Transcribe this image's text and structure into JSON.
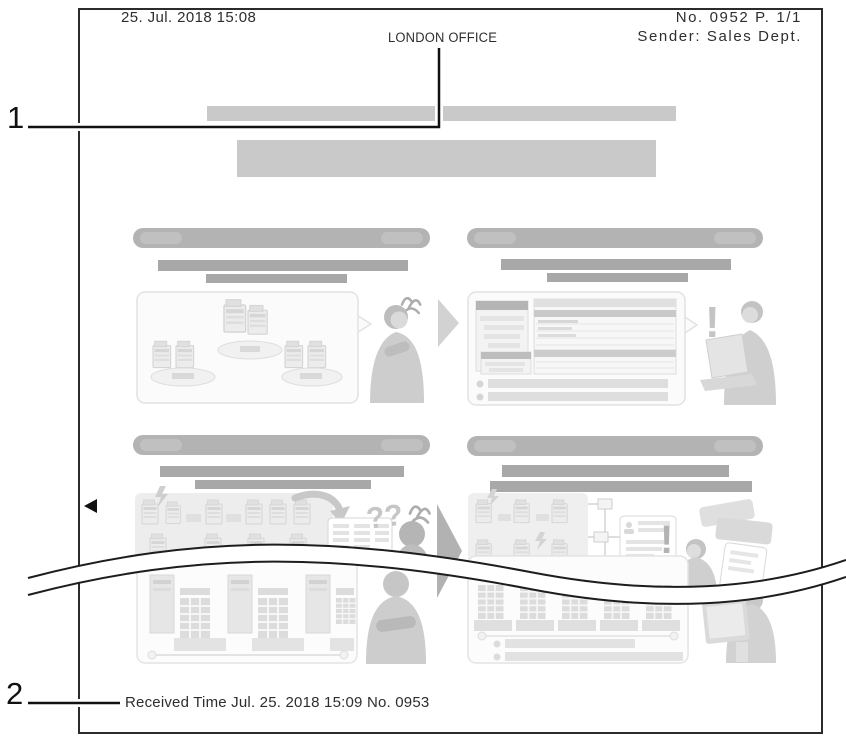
{
  "fax_page": {
    "header": {
      "sent_datetime": "25. Jul. 2018 15:08",
      "station_name": "LONDON OFFICE",
      "page_info": "No. 0952   P. 1/1",
      "sender": "Sender: Sales Dept."
    },
    "footer": {
      "received_info": "Received Time Jul. 25. 2018 15:09 No. 0953"
    },
    "callouts": {
      "station_name_label": "1",
      "received_info_label": "2"
    },
    "illustration_text": {
      "question_marks": "??",
      "exclamation": "!"
    },
    "colors": {
      "page_border": "#2b2b2b",
      "callout_line": "#111111",
      "placeholder_bar_light": "#c9c9c9",
      "placeholder_pill": "#b3b3b3",
      "placeholder_line": "#a8a8a8",
      "illustration_gray": "#dedede",
      "silhouette_gray": "#c9c9c9"
    },
    "icons": {
      "left_marker": "left-pointing-triangle",
      "flow_arrow": "right-pointing-triangle",
      "irritation": "squiggle-mark"
    }
  }
}
